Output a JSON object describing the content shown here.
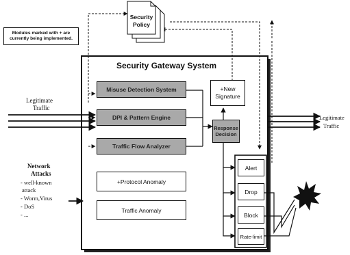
{
  "note": {
    "line1": "Modules marked with + are",
    "line2": "currently being implemented."
  },
  "policy": {
    "line1": "Security",
    "line2": "Policy"
  },
  "gateway": {
    "title": "Security Gateway System",
    "modules": [
      "Misuse Detection System",
      "DPI & Pattern Engine",
      "Traffic Flow Analyzer",
      "+Protocol Anomaly",
      "Traffic Anomaly"
    ],
    "new_signature": {
      "line1": "+New",
      "line2": "Signature"
    },
    "response_decision": {
      "line1": "Response",
      "line2": "Decision"
    },
    "actions": [
      "Alert",
      "Drop",
      "Block",
      "Rate-limit"
    ]
  },
  "inputs": {
    "legit_in": {
      "line1": "Legitimate",
      "line2": "Traffic"
    },
    "attacks": {
      "heading1": "Network",
      "heading2": "Attacks",
      "items": [
        "- well-known",
        "attack",
        "- Worm,Virus",
        "- DoS",
        "- ..."
      ]
    }
  },
  "outputs": {
    "legit_out": {
      "line1": "Legitimate",
      "line2": "Traffic"
    }
  }
}
